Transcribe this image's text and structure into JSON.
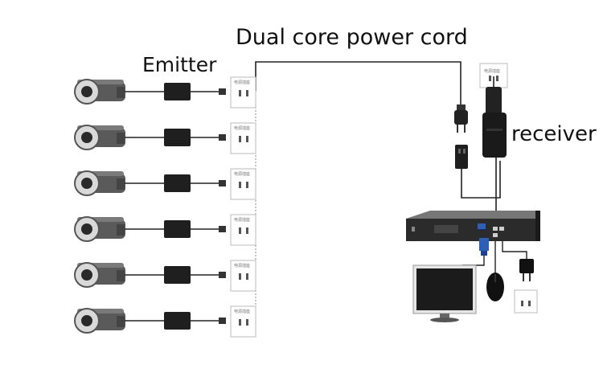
{
  "labels": {
    "power_cord": "Dual core power cord",
    "emitter": "Emitter",
    "receiver": "receiver"
  },
  "socket_plate_text": "电源插座",
  "camera_count": 6,
  "colors": {
    "wire": "#222222",
    "camera_body": "#5a5a5a",
    "adapter": "#1f1f1f",
    "outlet_border": "#bbbbbb",
    "nvr_body": "#2b2b2b",
    "vga_connector": "#2e5fb5"
  },
  "icons": [
    "camera-icon",
    "emitter-adapter-icon",
    "wall-outlet-icon",
    "power-plug-icon",
    "power-adapter-icon",
    "nvr-icon",
    "monitor-icon",
    "mouse-icon",
    "vga-connector-icon"
  ]
}
